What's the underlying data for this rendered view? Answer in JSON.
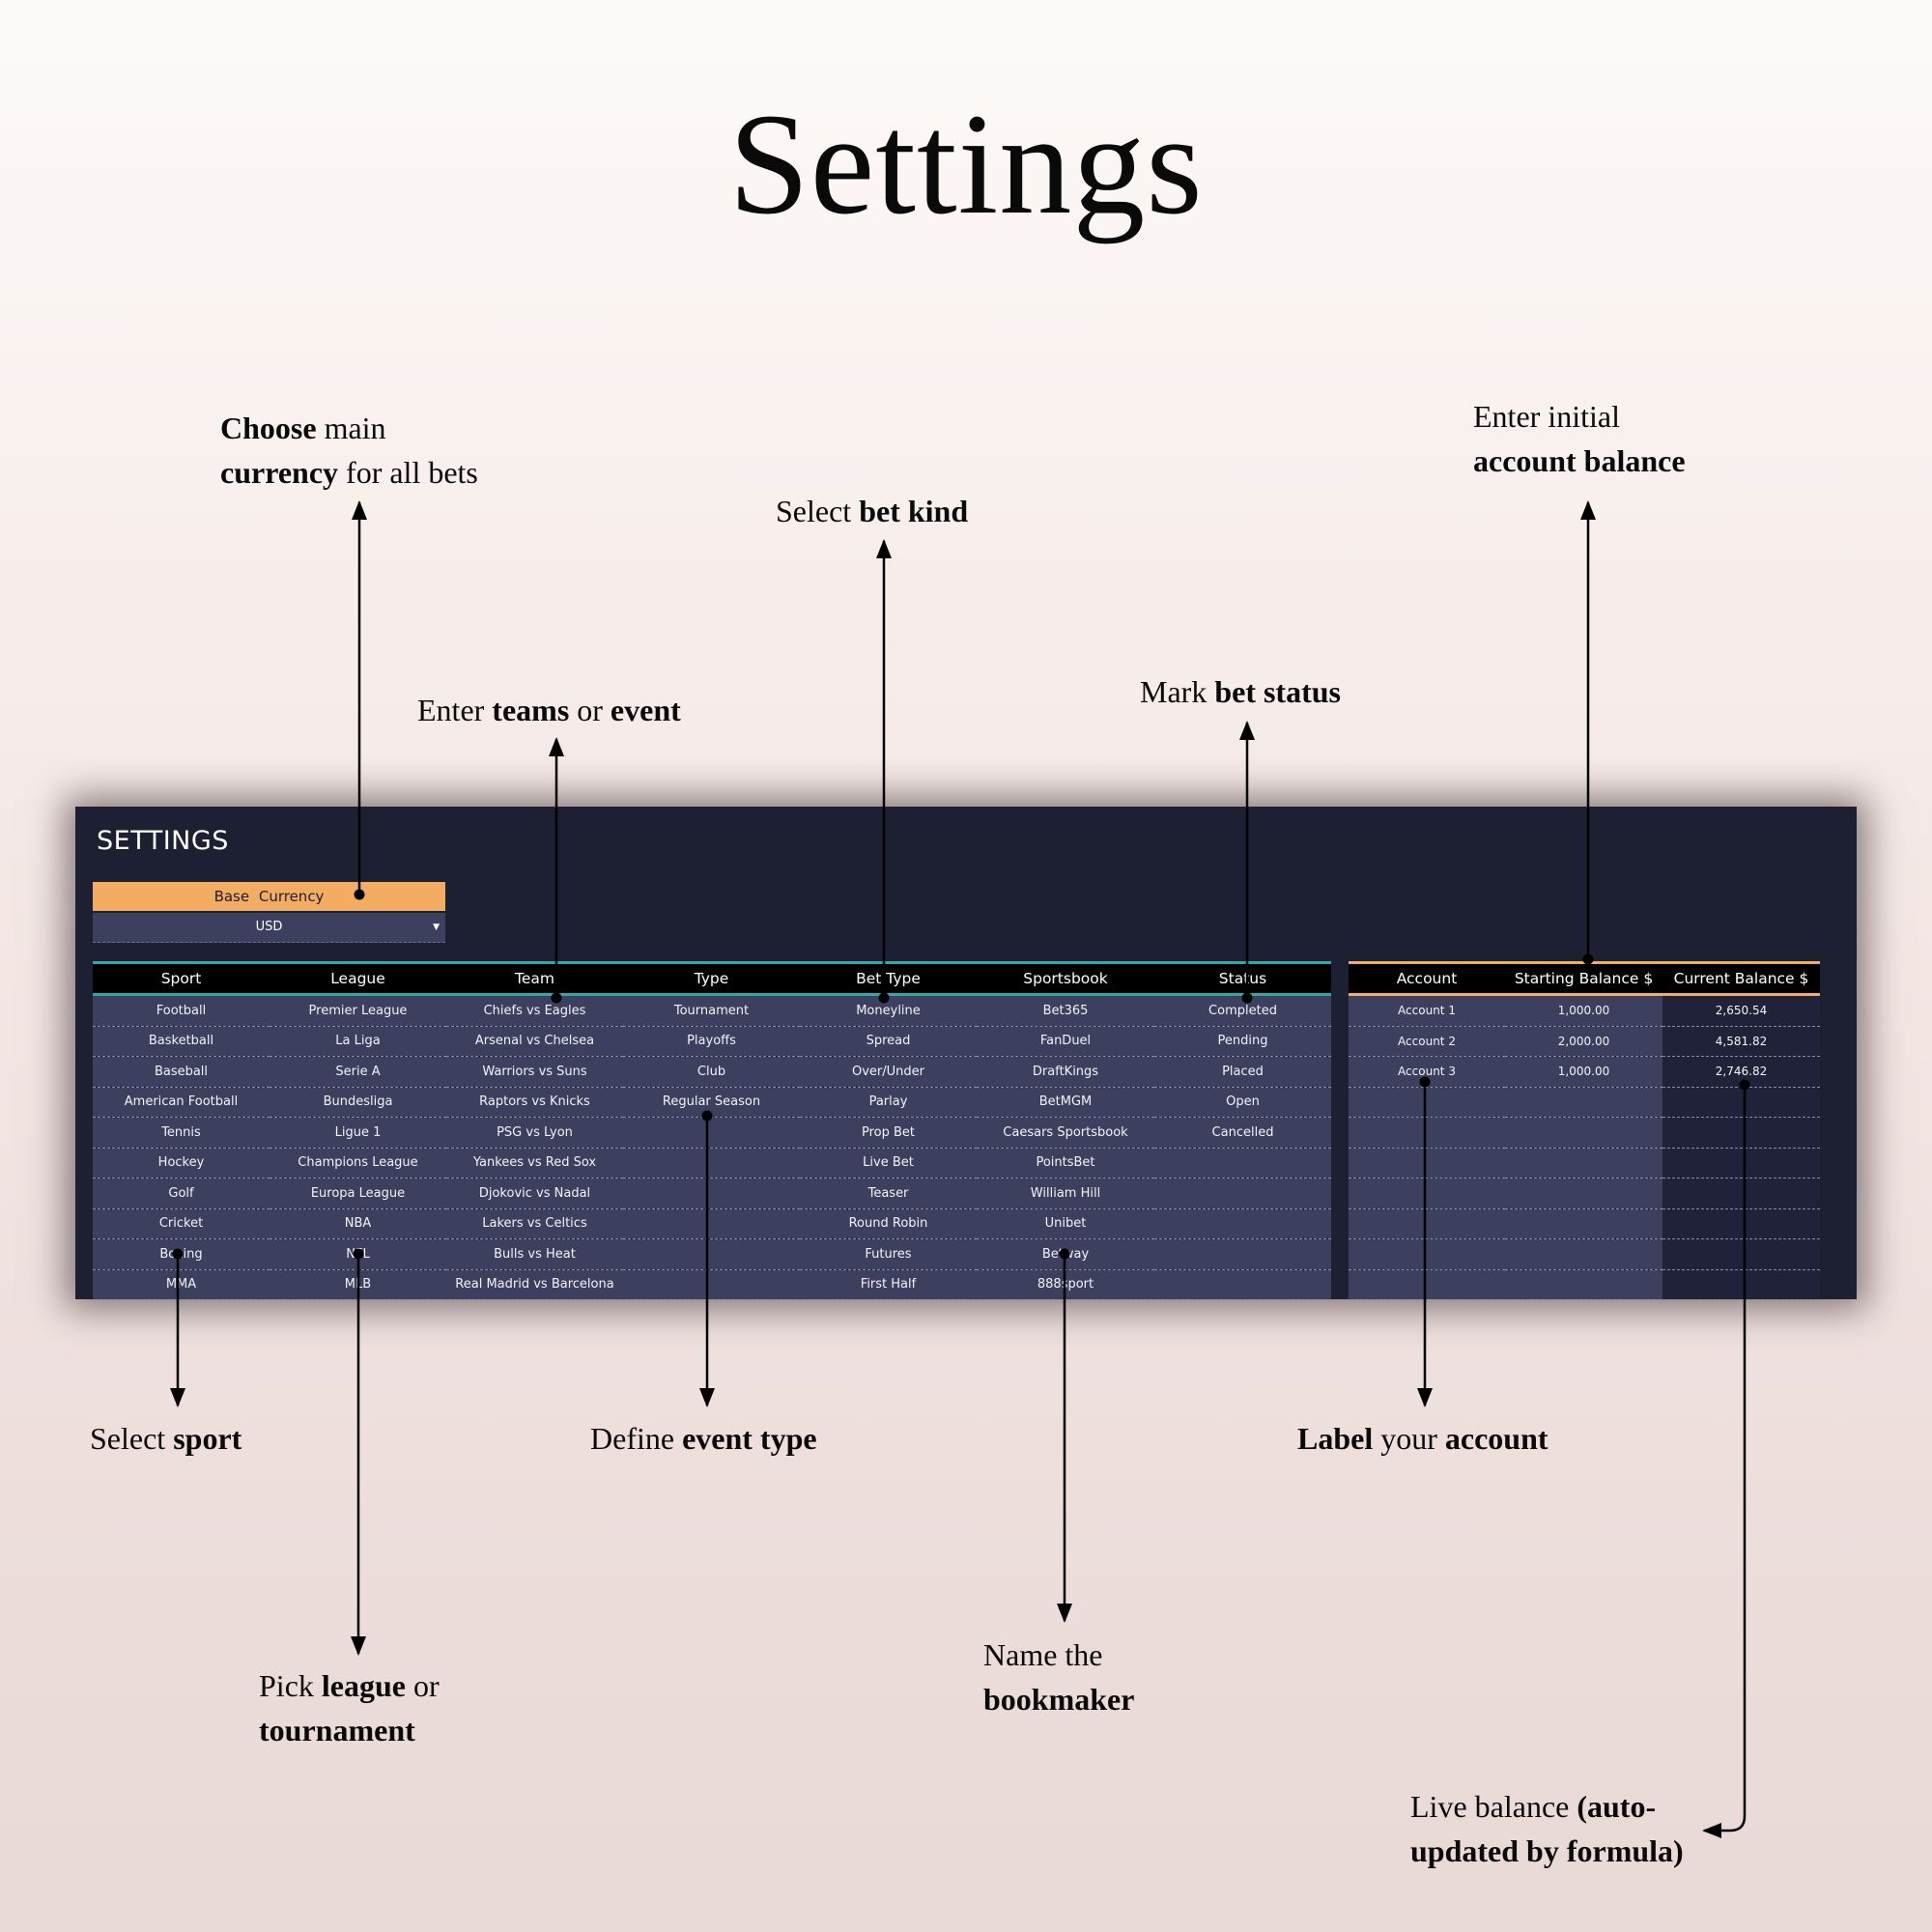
{
  "title": "Settings",
  "callouts": {
    "currency": {
      "b1": "Choose",
      "t1": " main",
      "b2": "currency",
      "t2": " for all bets"
    },
    "teams": {
      "t1": "Enter ",
      "b1": "teams",
      "t2": " or ",
      "b2": "event"
    },
    "bet_kind": {
      "t1": "Select ",
      "b1": "bet kind"
    },
    "status": {
      "t1": "Mark ",
      "b1": "bet status"
    },
    "balance": {
      "t1": "Enter initial",
      "b1": "account balance"
    },
    "sport": {
      "t1": "Select ",
      "b1": "sport"
    },
    "event_type": {
      "t1": "Define ",
      "b1": "event type"
    },
    "account": {
      "b1": "Label",
      "t1": " your ",
      "b2": "account"
    },
    "league": {
      "t1": "Pick ",
      "b1": "league",
      "t2": " or",
      "b2": "tournament"
    },
    "bookmaker": {
      "t1": "Name the",
      "b1": "bookmaker"
    },
    "live": {
      "t1": "Live balance ",
      "b1": "(auto-",
      "b2": "updated by formula)"
    }
  },
  "panel": {
    "title": "SETTINGS",
    "currency_label": "Base Currency",
    "currency_value": "USD"
  },
  "main_table": {
    "headers": [
      "Sport",
      "League",
      "Team",
      "Type",
      "Bet Type",
      "Sportsbook",
      "Status"
    ],
    "rows": [
      [
        "Football",
        "Premier League",
        "Chiefs vs Eagles",
        "Tournament",
        "Moneyline",
        "Bet365",
        "Completed"
      ],
      [
        "Basketball",
        "La Liga",
        "Arsenal vs Chelsea",
        "Playoffs",
        "Spread",
        "FanDuel",
        "Pending"
      ],
      [
        "Baseball",
        "Serie A",
        "Warriors vs Suns",
        "Club",
        "Over/Under",
        "DraftKings",
        "Placed"
      ],
      [
        "American Football",
        "Bundesliga",
        "Raptors vs Knicks",
        "Regular Season",
        "Parlay",
        "BetMGM",
        "Open"
      ],
      [
        "Tennis",
        "Ligue 1",
        "PSG vs Lyon",
        "",
        "Prop Bet",
        "Caesars Sportsbook",
        "Cancelled"
      ],
      [
        "Hockey",
        "Champions League",
        "Yankees vs Red Sox",
        "",
        "Live Bet",
        "PointsBet",
        ""
      ],
      [
        "Golf",
        "Europa League",
        "Djokovic vs Nadal",
        "",
        "Teaser",
        "William Hill",
        ""
      ],
      [
        "Cricket",
        "NBA",
        "Lakers vs Celtics",
        "",
        "Round Robin",
        "Unibet",
        ""
      ],
      [
        "Boxing",
        "NFL",
        "Bulls vs Heat",
        "",
        "Futures",
        "Betway",
        ""
      ],
      [
        "MMA",
        "MLB",
        "Real Madrid vs Barcelona",
        "",
        "First Half",
        "888sport",
        ""
      ]
    ]
  },
  "account_table": {
    "headers": [
      "Account",
      "Starting Balance $",
      "Current Balance $"
    ],
    "rows": [
      [
        "Account 1",
        "1,000.00",
        "2,650.54"
      ],
      [
        "Account 2",
        "2,000.00",
        "4,581.82"
      ],
      [
        "Account 3",
        "1,000.00",
        "2,746.82"
      ],
      [
        "",
        "",
        ""
      ],
      [
        "",
        "",
        ""
      ],
      [
        "",
        "",
        ""
      ],
      [
        "",
        "",
        ""
      ],
      [
        "",
        "",
        ""
      ],
      [
        "",
        "",
        ""
      ],
      [
        "",
        "",
        ""
      ]
    ]
  }
}
